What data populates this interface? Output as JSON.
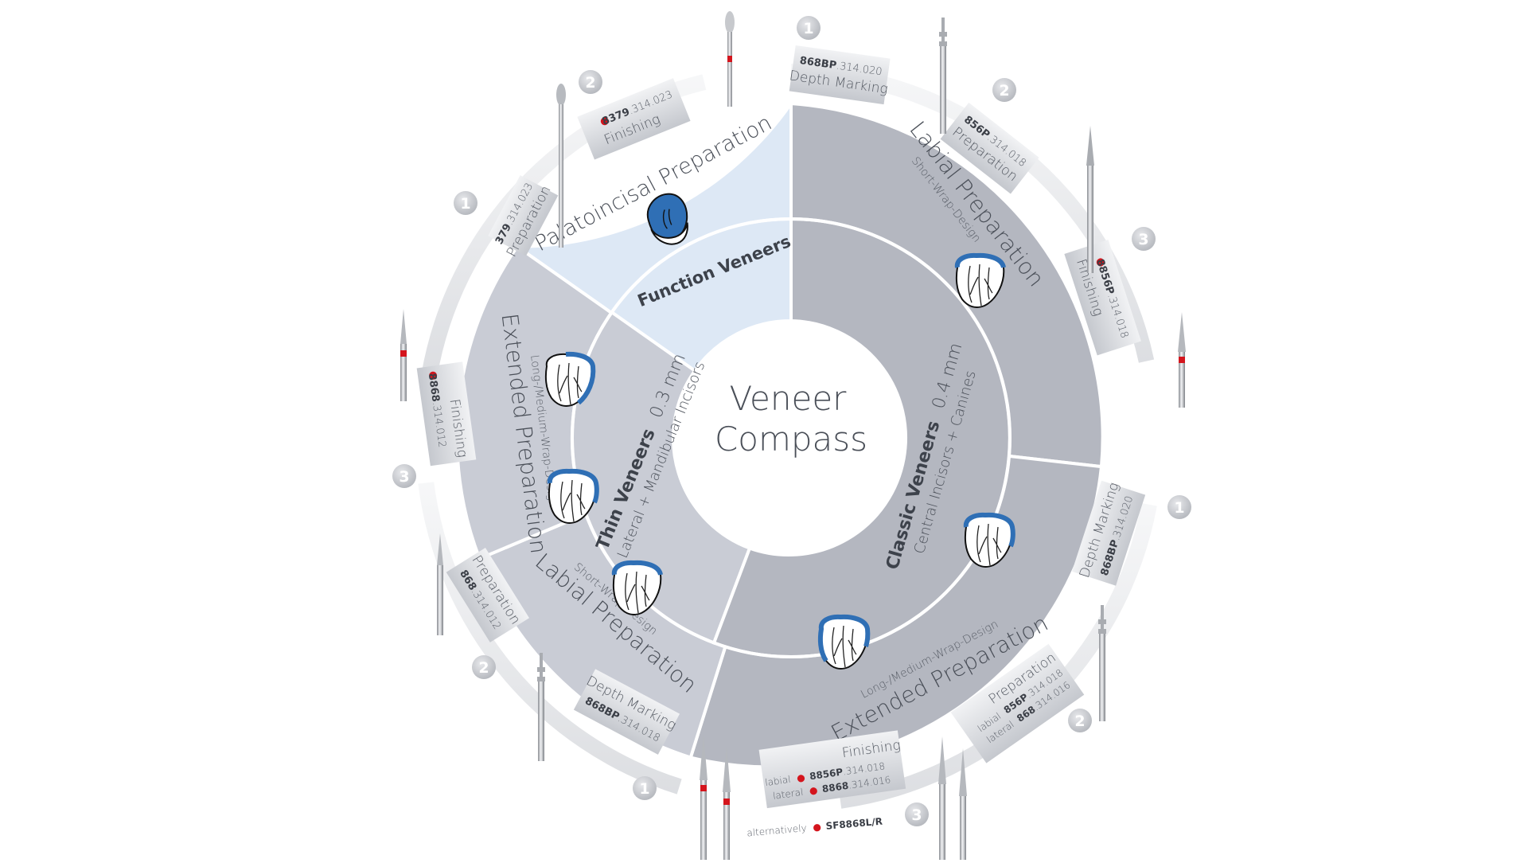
{
  "center": {
    "line1": "Veneer",
    "line2": "Compass"
  },
  "categories": {
    "function": {
      "title": "Function Veneers"
    },
    "thin": {
      "title": "Thin Veneers",
      "thickness": "0.3 mm",
      "subtitle": "Lateral + Mandibular Incisors"
    },
    "classic": {
      "title": "Classic Veneers",
      "thickness": "0.4 mm",
      "subtitle": "Central Incisors + Canines"
    }
  },
  "preparations": {
    "palatoincisal": {
      "title": "Palatoincisal Preparation"
    },
    "labial_right": {
      "title": "Labial Preparation",
      "design": "Short-Wrap-Design"
    },
    "extended_bottom": {
      "title": "Extended Preparation",
      "design": "Long-/Medium-Wrap-Design"
    },
    "labial_left": {
      "title": "Labial Preparation",
      "design": "Short-Wrap-Design"
    },
    "extended_left": {
      "title": "Extended Preparation",
      "design": "Long-/Medium-Wrap-Design"
    }
  },
  "steps": {
    "pal_1": {
      "num": "1",
      "code": "379",
      "size": ".314.023",
      "label": "Preparation"
    },
    "pal_2": {
      "num": "2",
      "code": "8379",
      "size": ".314.023",
      "label": "Finishing"
    },
    "cr_1": {
      "num": "1",
      "code": "868BP",
      "size": ".314.020",
      "label": "Depth Marking"
    },
    "cr_2": {
      "num": "2",
      "code": "856P",
      "size": ".314.018",
      "label": "Preparation"
    },
    "cr_3": {
      "num": "3",
      "code": "8856P",
      "size": ".314.018",
      "label": "Finishing"
    },
    "ce_1": {
      "num": "1",
      "code": "868BP",
      "size": ".314.020",
      "label": "Depth Marking"
    },
    "ce_2": {
      "num": "2",
      "label": "Preparation",
      "l1pre": "labial",
      "l1code": "856P",
      "l1size": ".314.018",
      "l2pre": "lateral",
      "l2code": "868",
      "l2size": ".314.016"
    },
    "ce_3": {
      "num": "3",
      "label": "Finishing",
      "l1pre": "labial",
      "l1code": "8856P",
      "l1size": ".314.018",
      "l2pre": "lateral",
      "l2code": "8868",
      "l2size": ".314.016",
      "altpre": "alternatively",
      "altcode": "SF8868L/R"
    },
    "tl_1": {
      "num": "1",
      "code": "868BP",
      "size": ".314.018",
      "label": "Depth Marking"
    },
    "tl_2": {
      "num": "2",
      "code": "868",
      "size": ".314.012",
      "label": "Preparation"
    },
    "tl_3": {
      "num": "3",
      "code": "8868",
      "size": ".314.012",
      "label": "Finishing"
    }
  },
  "colors": {
    "function_light": "#dde8f5",
    "thin_gray": "#c9ccd5",
    "classic_gray": "#b4b7c0",
    "tooth_blue": "#2f6fb5",
    "finishing_dot": "#d4151d",
    "step_badge": "#c7cace"
  }
}
